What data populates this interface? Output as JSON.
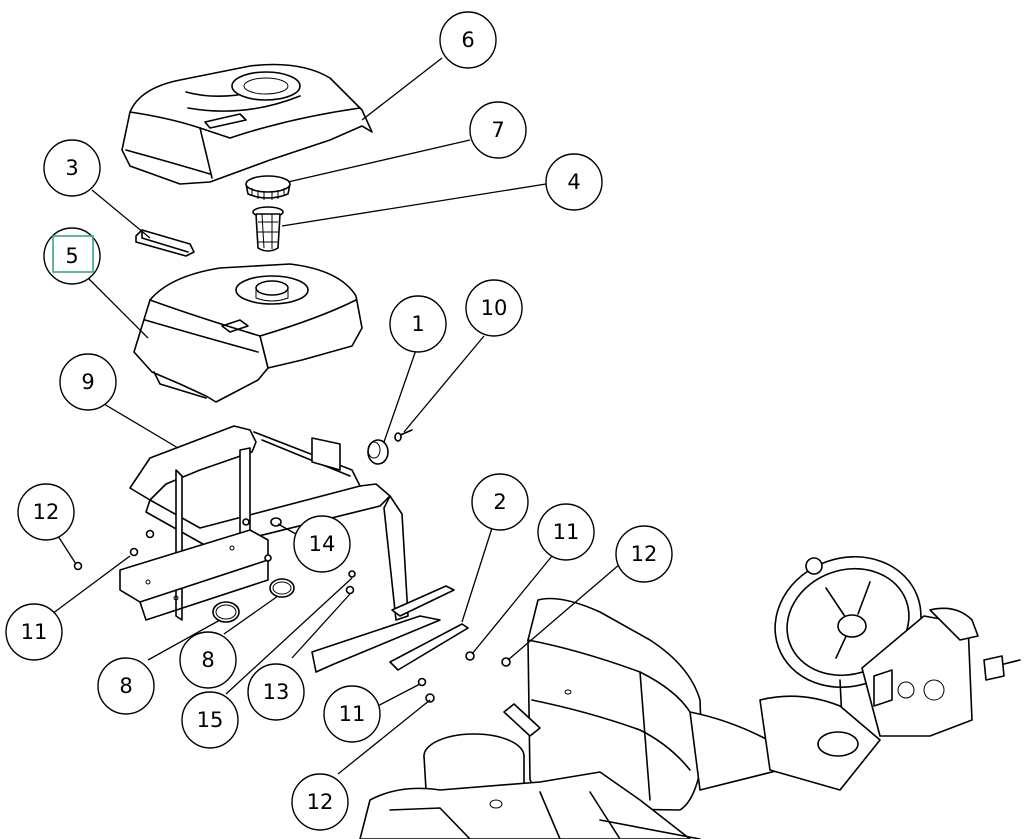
{
  "callouts": [
    {
      "id": "6",
      "label": "6"
    },
    {
      "id": "7",
      "label": "7"
    },
    {
      "id": "4",
      "label": "4"
    },
    {
      "id": "3",
      "label": "3"
    },
    {
      "id": "5",
      "label": "5",
      "selected": true
    },
    {
      "id": "1",
      "label": "1"
    },
    {
      "id": "10",
      "label": "10"
    },
    {
      "id": "9",
      "label": "9"
    },
    {
      "id": "12a",
      "label": "12"
    },
    {
      "id": "14",
      "label": "14"
    },
    {
      "id": "2",
      "label": "2"
    },
    {
      "id": "11a",
      "label": "11"
    },
    {
      "id": "12b",
      "label": "12"
    },
    {
      "id": "11b",
      "label": "11"
    },
    {
      "id": "8a",
      "label": "8"
    },
    {
      "id": "8b",
      "label": "8"
    },
    {
      "id": "15",
      "label": "15"
    },
    {
      "id": "13",
      "label": "13"
    },
    {
      "id": "11c",
      "label": "11"
    },
    {
      "id": "12c",
      "label": "12"
    }
  ],
  "colors": {
    "line": "#000000",
    "background": "#ffffff",
    "selection": "#3aa77a"
  }
}
